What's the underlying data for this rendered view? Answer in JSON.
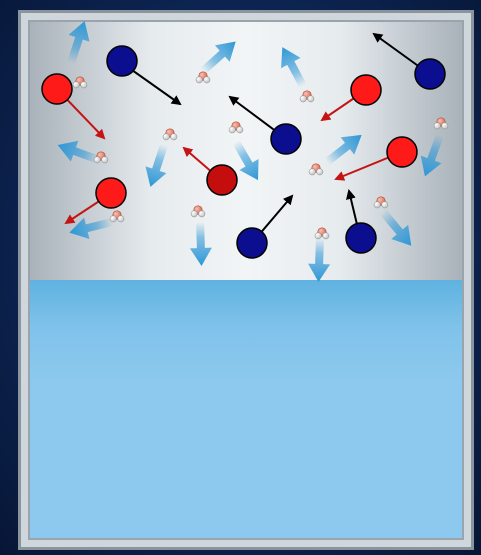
{
  "diagram": {
    "colors": {
      "vapor_center": "#f2f5f6",
      "vapor_edge": "#a9b2ba",
      "water": "#8dc9ee",
      "water_surface": "#5fb2e0",
      "evaporation_arrow": "#2e97d6",
      "cation": "#ff1a1a",
      "cation_dark": "#c40e0e",
      "anion": "#0b0f8f",
      "cation_arrow": "#c41414",
      "anion_arrow": "#000000",
      "water_molecule_oxygen": "#e98c78",
      "water_molecule_hydrogen": "#f4f4f4"
    },
    "icons": {
      "cation": "red-ion-sphere",
      "anion": "blue-ion-sphere",
      "water_molecule": "water-molecule-icon",
      "evaporation": "blue-gradient-arrow"
    }
  }
}
